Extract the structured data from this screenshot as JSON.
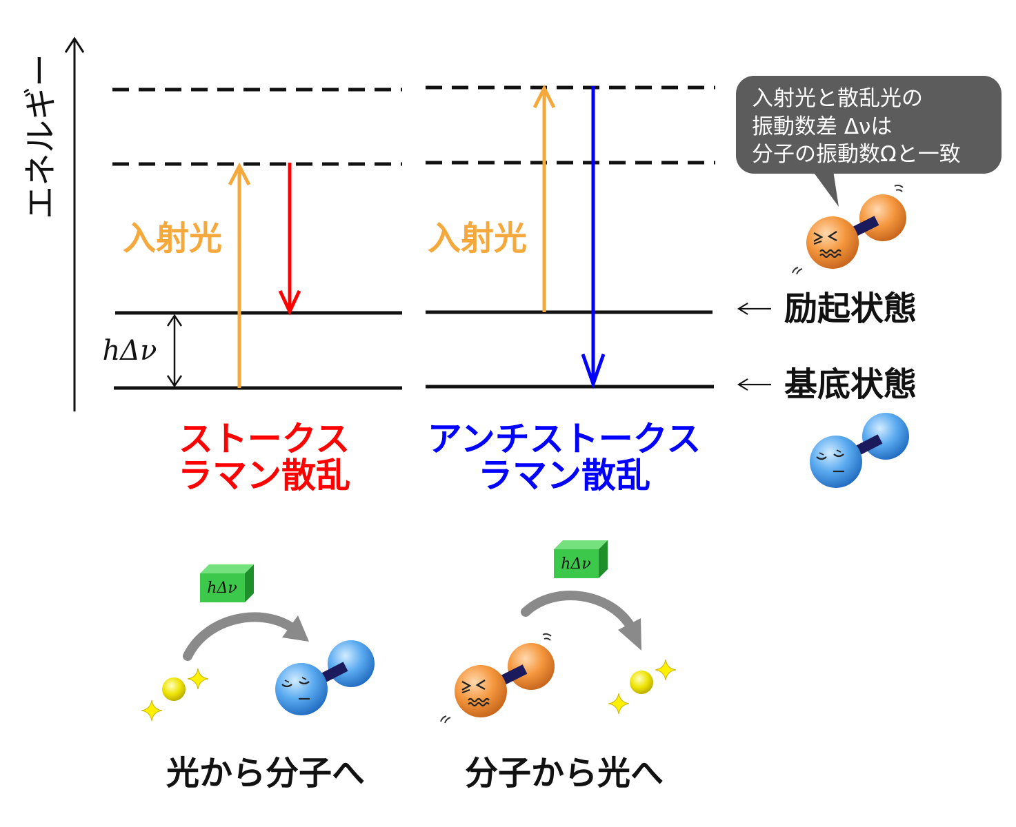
{
  "axis": {
    "label": "エネルギー"
  },
  "energy_gap": {
    "label": "hΔν"
  },
  "stokes": {
    "incident_label": "入射光",
    "title_line1": "ストークス",
    "title_line2": "ラマン散乱"
  },
  "anti_stokes": {
    "incident_label": "入射光",
    "title_line1": "アンチストークス",
    "title_line2": "ラマン散乱"
  },
  "states": {
    "excited": "励起状態",
    "ground": "基底状態"
  },
  "bubble": {
    "lines": [
      "入射光と散乱光の",
      "振動数差 Δνは",
      "分子の振動数Ωと一致"
    ]
  },
  "transfer": {
    "energy_box_label": "hΔν",
    "left_caption": "光から分子へ",
    "right_caption": "分子から光へ"
  },
  "colors": {
    "incident": "#f5a93c",
    "stokes": "#ff0000",
    "anti_stokes": "#0000ff",
    "bubble": "#5c5c5c",
    "transfer_arrow": "#8a8a8a"
  }
}
